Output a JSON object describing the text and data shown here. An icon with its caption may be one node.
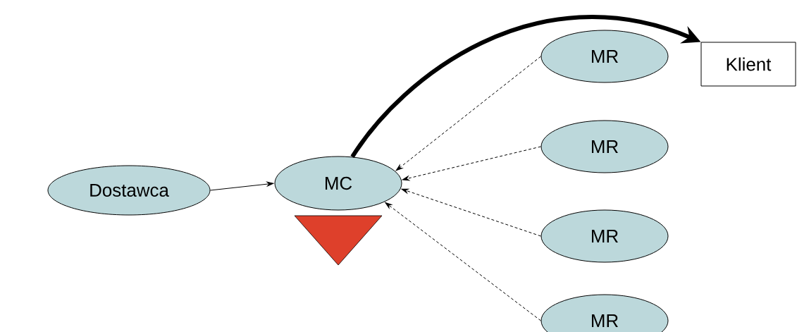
{
  "diagram": {
    "nodes": [
      {
        "text": [
          "Dostawca"
        ]
      },
      {
        "text": [
          "MC"
        ]
      },
      {
        "text": [
          "Klient"
        ]
      },
      {
        "text": [
          "MR"
        ]
      },
      {
        "text": [
          "MR"
        ]
      },
      {
        "text": [
          "MR"
        ]
      },
      {
        "text": [
          "MR"
        ]
      },
      {
        "text": [],
        "shape": "triangle"
      }
    ],
    "edges": [
      {
        "from": 0,
        "to": 1,
        "arrow": "to"
      },
      {
        "from": 1,
        "to": 2,
        "arrow": "to",
        "style": "thick"
      },
      {
        "from": 3,
        "to": 1,
        "arrow": "to",
        "style": "dashed"
      },
      {
        "from": 4,
        "to": 1,
        "arrow": "to",
        "style": "dashed"
      },
      {
        "from": 5,
        "to": 1,
        "arrow": "to",
        "style": "dashed"
      },
      {
        "from": 6,
        "to": 1,
        "arrow": "to",
        "style": "dashed"
      }
    ]
  }
}
